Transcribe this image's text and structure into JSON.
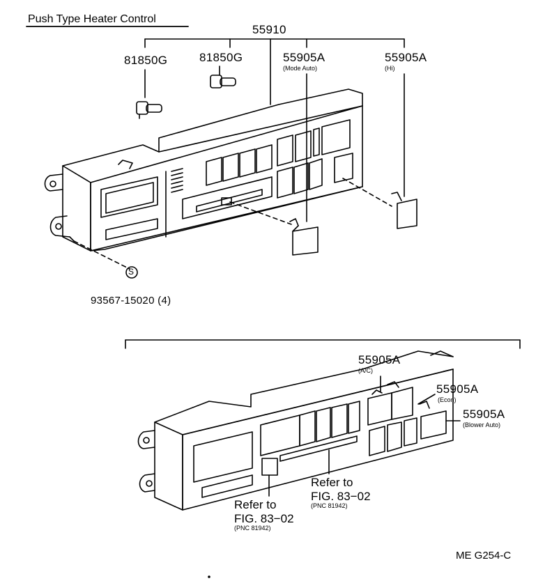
{
  "title": "Push Type Heater Control",
  "assembly_number": "55910",
  "labels": {
    "knob_left": "81850G",
    "knob_right": "81850G",
    "btn_mode_auto": "55905A",
    "btn_mode_auto_sub": "(Mode Auto)",
    "btn_hi": "55905A",
    "btn_hi_sub": "(Hi)",
    "screw_symbol": "S",
    "screw_part": "93567-15020 (4)",
    "btn_ac": "55905A",
    "btn_ac_sub": "(A/C)",
    "btn_econ": "55905A",
    "btn_econ_sub": "(Econ)",
    "btn_blower_auto": "55905A",
    "btn_blower_auto_sub": "(Blower Auto)",
    "ref_right_line1": "Refer to",
    "ref_right_line2": "FIG. 83−02",
    "ref_right_pnc": "(PNC 81942)",
    "ref_left_line1": "Refer to",
    "ref_left_line2": "FIG. 83−02",
    "ref_left_pnc": "(PNC 81942)"
  },
  "figure_code": "ME G254-C"
}
